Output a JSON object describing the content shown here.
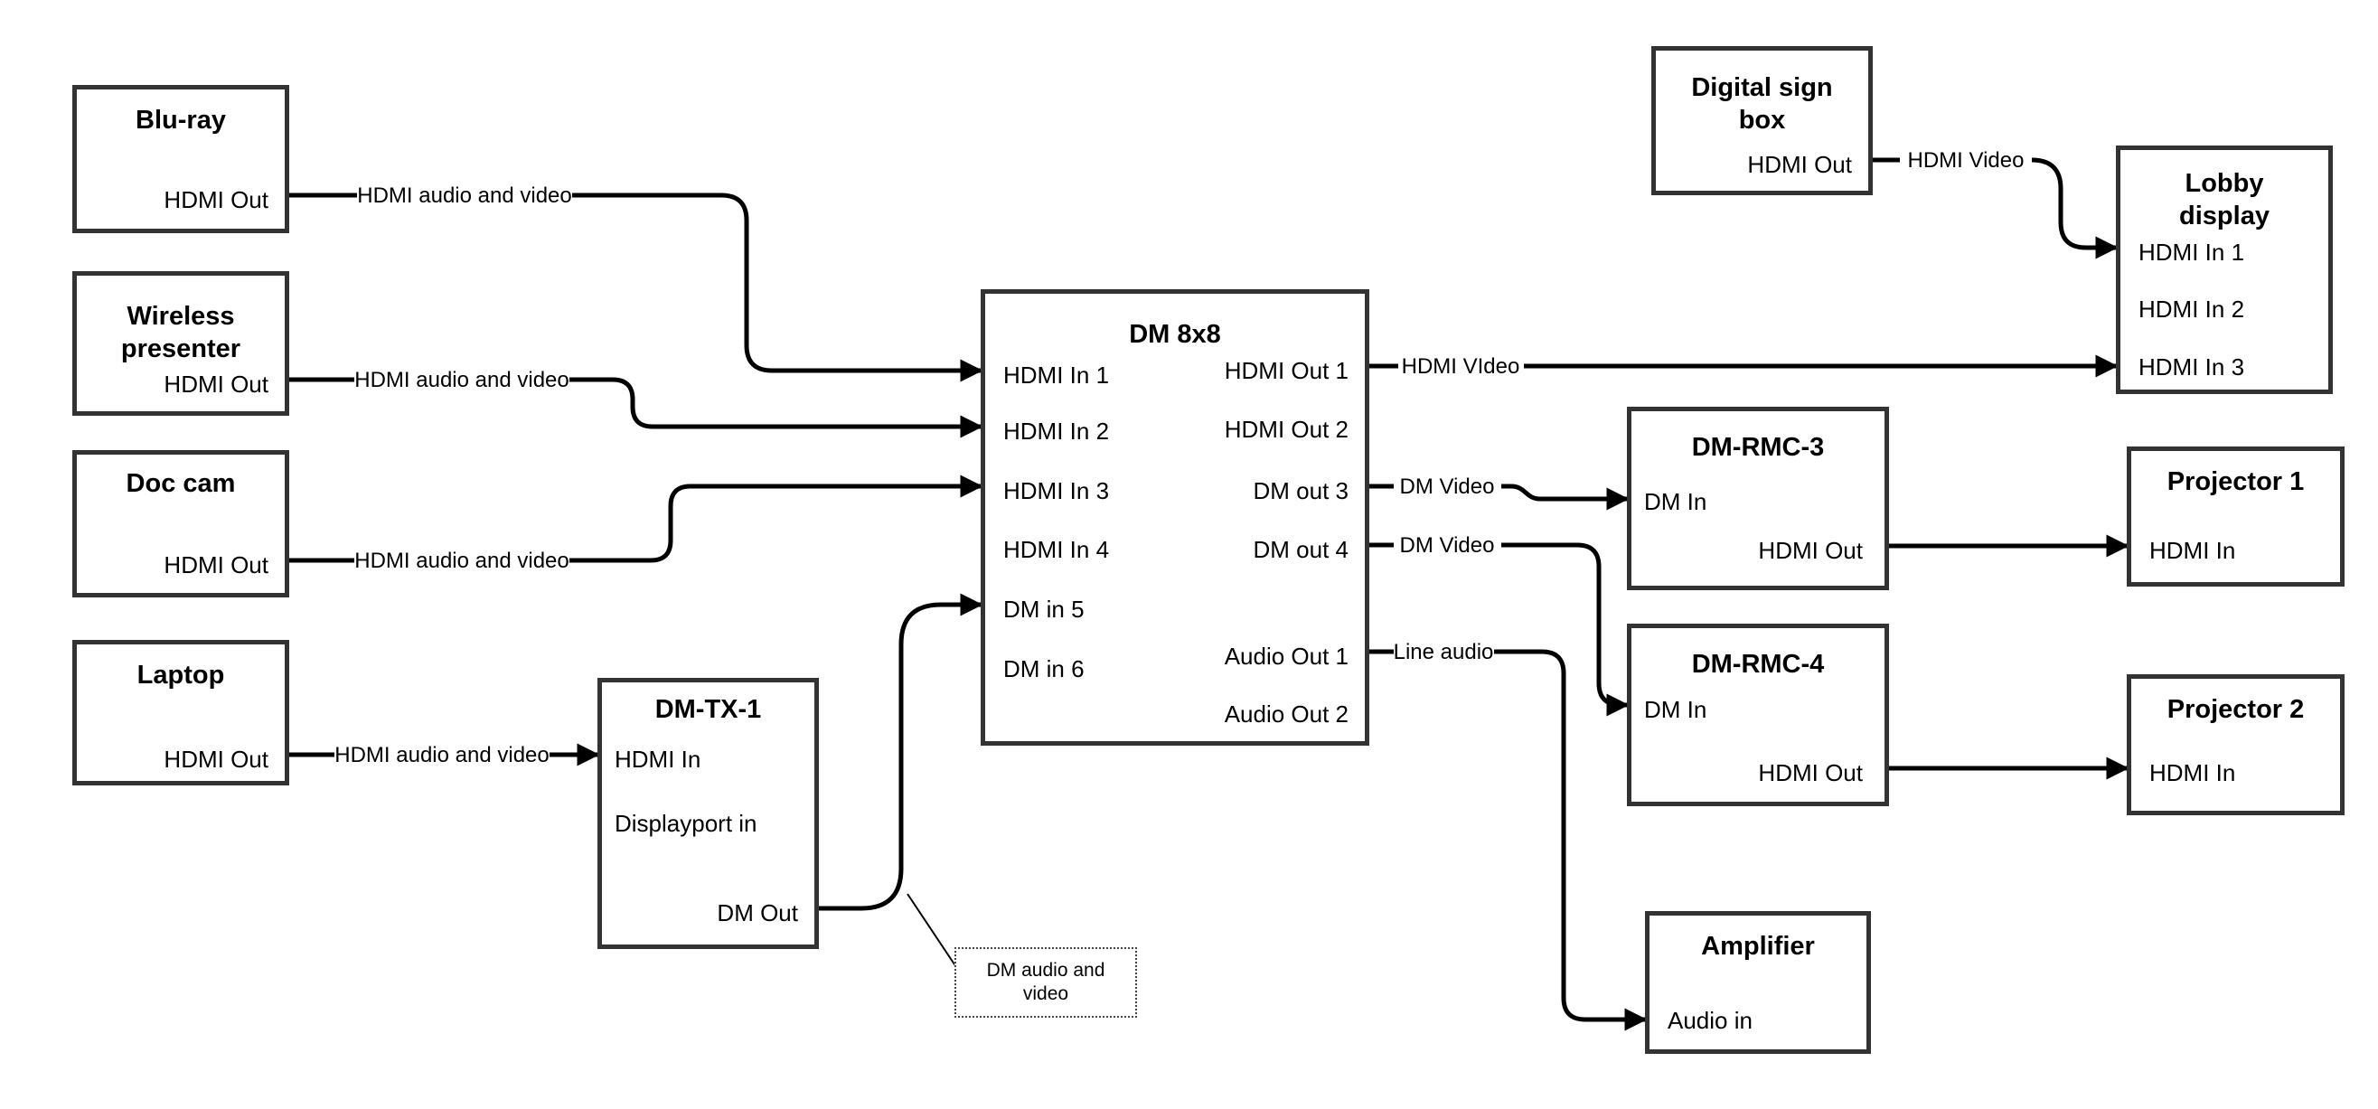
{
  "diagram": {
    "nodes": {
      "bluray": {
        "title": [
          "Blu-ray"
        ],
        "ports": {
          "hdmi_out": "HDMI Out"
        }
      },
      "wireless_presenter": {
        "title": [
          "Wireless",
          "presenter"
        ],
        "ports": {
          "hdmi_out": "HDMI Out"
        }
      },
      "doc_cam": {
        "title": [
          "Doc cam"
        ],
        "ports": {
          "hdmi_out": "HDMI Out"
        }
      },
      "laptop": {
        "title": [
          "Laptop"
        ],
        "ports": {
          "hdmi_out": "HDMI Out"
        }
      },
      "dm_tx_1": {
        "title": [
          "DM-TX-1"
        ],
        "ports": {
          "hdmi_in": "HDMI In",
          "displayport_in": "Displayport in",
          "dm_out": "DM Out"
        }
      },
      "dm_8x8": {
        "title": [
          "DM 8x8"
        ],
        "ports": {
          "hdmi_in_1": "HDMI In 1",
          "hdmi_in_2": "HDMI In 2",
          "hdmi_in_3": "HDMI In 3",
          "hdmi_in_4": "HDMI In 4",
          "dm_in_5": "DM in 5",
          "dm_in_6": "DM in 6",
          "hdmi_out_1": "HDMI Out 1",
          "hdmi_out_2": "HDMI Out 2",
          "dm_out_3": "DM out 3",
          "dm_out_4": "DM out 4",
          "audio_out_1": "Audio Out 1",
          "audio_out_2": "Audio Out 2"
        }
      },
      "digital_sign_box": {
        "title": [
          "Digital sign",
          "box"
        ],
        "ports": {
          "hdmi_out": "HDMI Out"
        }
      },
      "lobby_display": {
        "title": [
          "Lobby",
          "display"
        ],
        "ports": {
          "hdmi_in_1": "HDMI In 1",
          "hdmi_in_2": "HDMI In 2",
          "hdmi_in_3": "HDMI In 3"
        }
      },
      "dm_rmc_3": {
        "title": [
          "DM-RMC-3"
        ],
        "ports": {
          "dm_in": "DM In",
          "hdmi_out": "HDMI Out"
        }
      },
      "dm_rmc_4": {
        "title": [
          "DM-RMC-4"
        ],
        "ports": {
          "dm_in": "DM In",
          "hdmi_out": "HDMI Out"
        }
      },
      "projector_1": {
        "title": [
          "Projector 1"
        ],
        "ports": {
          "hdmi_in": "HDMI In"
        }
      },
      "projector_2": {
        "title": [
          "Projector 2"
        ],
        "ports": {
          "hdmi_in": "HDMI In"
        }
      },
      "amplifier": {
        "title": [
          "Amplifier"
        ],
        "ports": {
          "audio_in": "Audio in"
        }
      }
    },
    "edge_labels": {
      "bluray_to_dm8x8": "HDMI audio and video",
      "wireless_to_dm8x8": "HDMI audio and video",
      "doccam_to_dm8x8": "HDMI audio and video",
      "laptop_to_dmtx1": "HDMI audio and video",
      "dm8x8_to_lobby": "HDMI VIdeo",
      "digitalsign_to_lobby": "HDMI Video",
      "dm8x8_to_dmrmc3": "DM Video",
      "dm8x8_to_dmrmc4": "DM Video",
      "dm8x8_to_amplifier": "Line audio"
    },
    "callout": {
      "text": [
        "DM audio and",
        "video"
      ]
    },
    "colors": {
      "line": "#000000",
      "box_border": "#333333",
      "background": "#ffffff"
    }
  }
}
